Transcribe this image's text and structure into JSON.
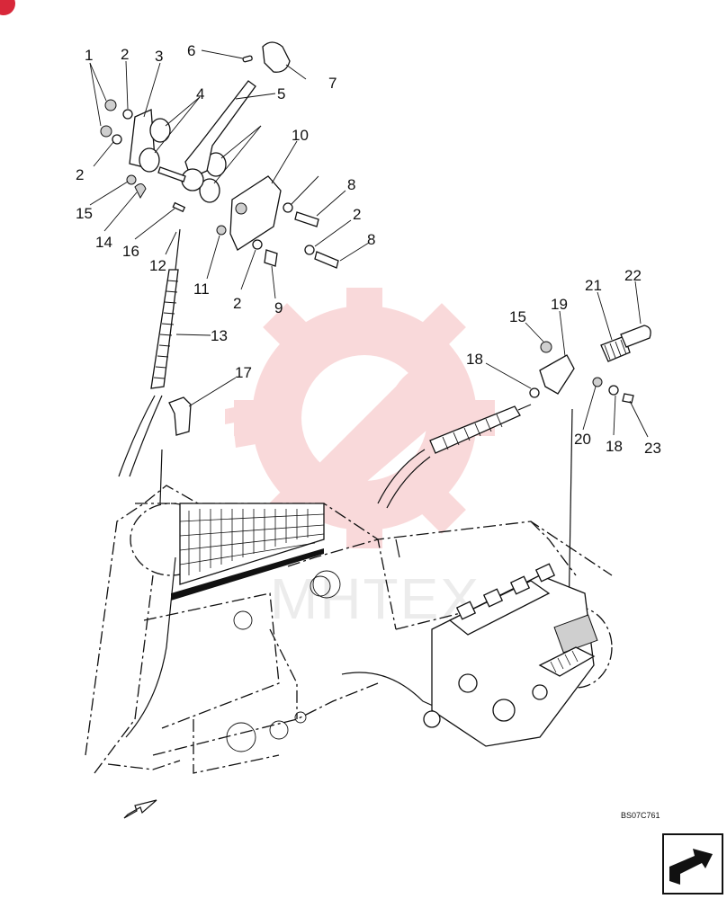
{
  "diagram": {
    "drawing_code": "BS07C761",
    "watermark": "МНТЕХ",
    "callouts": [
      "1",
      "2",
      "3",
      "6",
      "4",
      "5",
      "7",
      "10",
      "2",
      "15",
      "14",
      "16",
      "12",
      "11",
      "2",
      "9",
      "8",
      "2",
      "8",
      "13",
      "17",
      "15",
      "19",
      "21",
      "22",
      "18",
      "20",
      "18",
      "23"
    ]
  },
  "colors": {
    "watermark": "#e8585a",
    "ink": "#111111",
    "corner_badge": "#d8283a"
  },
  "icons": {
    "next_page": "next-page-arrow-icon",
    "direction": "forward-direction-arrow-icon",
    "brand": "gear-wrench-logo-icon"
  }
}
